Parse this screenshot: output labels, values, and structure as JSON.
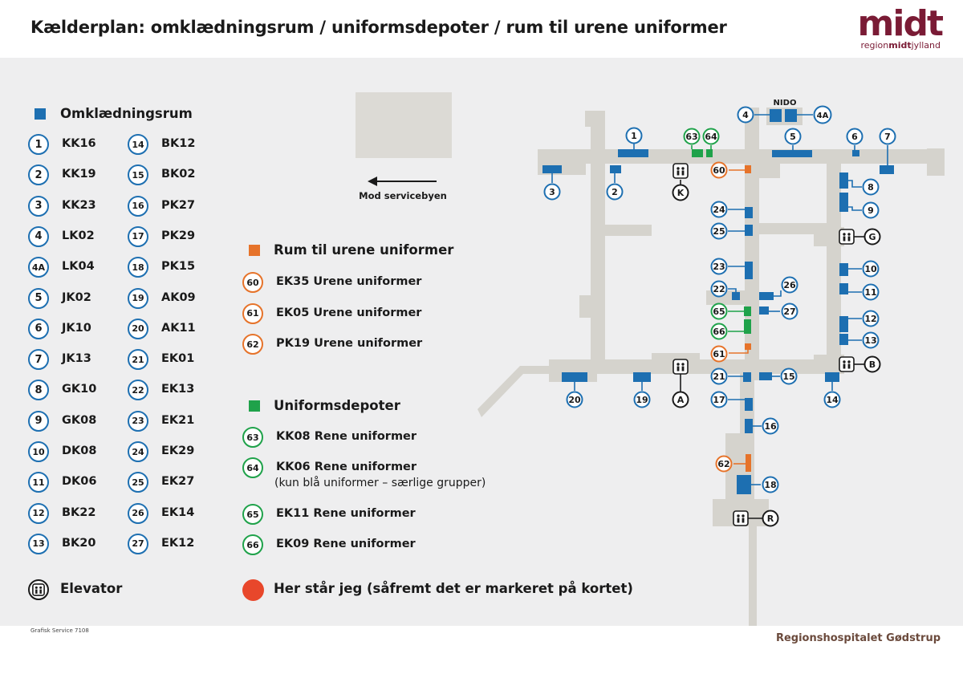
{
  "title": "Kælderplan: omklædningsrum / uniformsdepoter / rum til urene uniformer",
  "logo": {
    "word": "midt",
    "sub_prefix": "region",
    "sub_bold": "midt",
    "sub_suffix": "jylland"
  },
  "credit": "Grafisk Service 7108",
  "hospital": "Regionshospitalet Gødstrup",
  "colors": {
    "blue": "#1d6fb1",
    "orange": "#e6732a",
    "green": "#1fa24a",
    "red": "#e8472b",
    "corridor": "#d5d3cd",
    "building": "#dcdad5"
  },
  "legend": {
    "changing_rooms": {
      "heading": "Omklædningsrum",
      "col1": [
        {
          "num": "1",
          "code": "KK16"
        },
        {
          "num": "2",
          "code": "KK19"
        },
        {
          "num": "3",
          "code": "KK23"
        },
        {
          "num": "4",
          "code": "LK02"
        },
        {
          "num": "4A",
          "code": "LK04"
        },
        {
          "num": "5",
          "code": "JK02"
        },
        {
          "num": "6",
          "code": "JK10"
        },
        {
          "num": "7",
          "code": "JK13"
        },
        {
          "num": "8",
          "code": "GK10"
        },
        {
          "num": "9",
          "code": "GK08"
        },
        {
          "num": "10",
          "code": "DK08"
        },
        {
          "num": "11",
          "code": "DK06"
        },
        {
          "num": "12",
          "code": "BK22"
        },
        {
          "num": "13",
          "code": "BK20"
        }
      ],
      "col2": [
        {
          "num": "14",
          "code": "BK12"
        },
        {
          "num": "15",
          "code": "BK02"
        },
        {
          "num": "16",
          "code": "PK27"
        },
        {
          "num": "17",
          "code": "PK29"
        },
        {
          "num": "18",
          "code": "PK15"
        },
        {
          "num": "19",
          "code": "AK09"
        },
        {
          "num": "20",
          "code": "AK11"
        },
        {
          "num": "21",
          "code": "EK01"
        },
        {
          "num": "22",
          "code": "EK13"
        },
        {
          "num": "23",
          "code": "EK21"
        },
        {
          "num": "24",
          "code": "EK29"
        },
        {
          "num": "25",
          "code": "EK27"
        },
        {
          "num": "26",
          "code": "EK14"
        },
        {
          "num": "27",
          "code": "EK12"
        }
      ]
    },
    "dirty": {
      "heading": "Rum til urene uniformer",
      "items": [
        {
          "num": "60",
          "text": "EK35 Urene uniformer"
        },
        {
          "num": "61",
          "text": "EK05 Urene uniformer"
        },
        {
          "num": "62",
          "text": "PK19 Urene uniformer"
        }
      ]
    },
    "depots": {
      "heading": "Uniformsdepoter",
      "items": [
        {
          "num": "63",
          "text": "KK08 Rene uniformer",
          "sub": ""
        },
        {
          "num": "64",
          "text": "KK06 Rene uniformer",
          "sub": "(kun blå uniformer – særlige grupper)"
        },
        {
          "num": "65",
          "text": "EK11 Rene uniformer",
          "sub": ""
        },
        {
          "num": "66",
          "text": "EK09 Rene uniformer",
          "sub": ""
        }
      ]
    },
    "elevator": {
      "label": "Elevator"
    },
    "here": {
      "label": "Her står jeg (såfremt det er markeret på kortet)"
    }
  },
  "map": {
    "direction_label": "Mod servicebyen",
    "nido_label": "NIDO",
    "elevators": [
      "K",
      "G",
      "B",
      "A",
      "R"
    ],
    "room_markers": [
      "1",
      "2",
      "3",
      "4",
      "4A",
      "5",
      "6",
      "7",
      "8",
      "9",
      "10",
      "11",
      "12",
      "13",
      "14",
      "15",
      "16",
      "17",
      "18",
      "19",
      "20",
      "21",
      "22",
      "23",
      "24",
      "25",
      "26",
      "27"
    ],
    "dirty_markers": [
      "60",
      "61",
      "62"
    ],
    "depot_markers": [
      "63",
      "64",
      "65",
      "66"
    ]
  }
}
